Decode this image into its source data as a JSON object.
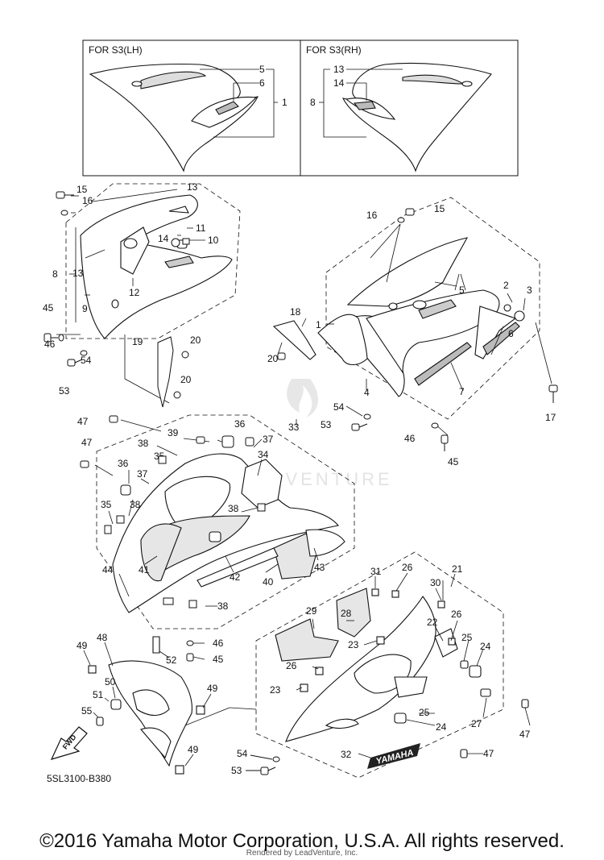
{
  "panels": {
    "lh_title": "FOR S3(LH)",
    "rh_title": "FOR S3(RH)"
  },
  "drawing_code": "5SL3100-B380",
  "fwd_label": "FWD",
  "decal_text": "YAMAHA",
  "watermark": {
    "logo_text": "ADVENTURE",
    "rendered_by": "Rendered by LeadVenture, Inc."
  },
  "copyright": "©2016 Yamaha Motor Corporation, U.S.A. All rights reserved.",
  "callouts": {
    "c1": "1",
    "c2": "2",
    "c3": "3",
    "c4": "4",
    "c5": "5",
    "c6": "6",
    "c7": "7",
    "c8": "8",
    "c9": "9",
    "c10": "10",
    "c11": "11",
    "c12": "12",
    "c13": "13",
    "c14": "14",
    "c15": "15",
    "c16": "16",
    "c17": "17",
    "c18": "18",
    "c19": "19",
    "c20": "20",
    "c21": "21",
    "c22": "22",
    "c23": "23",
    "c24": "24",
    "c25": "25",
    "c26": "26",
    "c27": "27",
    "c28": "28",
    "c29": "29",
    "c30": "30",
    "c31": "31",
    "c32": "32",
    "c33": "33",
    "c34": "34",
    "c35": "35",
    "c36": "36",
    "c37": "37",
    "c38": "38",
    "c39": "39",
    "c40": "40",
    "c41": "41",
    "c42": "42",
    "c43": "43",
    "c44": "44",
    "c45": "45",
    "c46": "46",
    "c47": "47",
    "c48": "48",
    "c49": "49",
    "c50": "50",
    "c51": "51",
    "c52": "52",
    "c53": "53",
    "c54": "54",
    "c55": "55"
  }
}
